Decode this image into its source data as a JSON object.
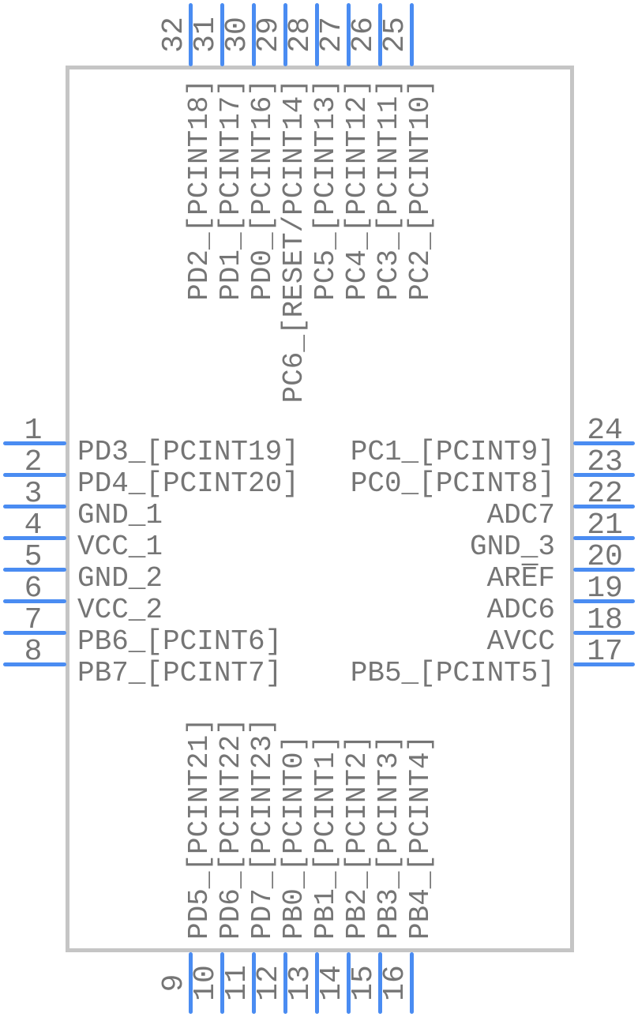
{
  "colors": {
    "pin": "#4a8cf2",
    "body": "#c5c5c5",
    "txt": "#757575",
    "bg": "#ffffff"
  },
  "pins": {
    "left": [
      {
        "number": "1",
        "label": "PD3_[PCINT19]"
      },
      {
        "number": "2",
        "label": "PD4_[PCINT20]"
      },
      {
        "number": "3",
        "label": "GND_1"
      },
      {
        "number": "4",
        "label": "VCC_1"
      },
      {
        "number": "5",
        "label": "GND_2"
      },
      {
        "number": "6",
        "label": "VCC_2"
      },
      {
        "number": "7",
        "label": "PB6_[PCINT6]"
      },
      {
        "number": "8",
        "label": "PB7_[PCINT7]"
      }
    ],
    "right": [
      {
        "number": "24",
        "label": "PC1_[PCINT9]"
      },
      {
        "number": "23",
        "label": "PC0_[PCINT8]"
      },
      {
        "number": "22",
        "label": "ADC7"
      },
      {
        "number": "21",
        "label": "GND_3"
      },
      {
        "number": "20",
        "label": "ARE̅F"
      },
      {
        "number": "19",
        "label": "ADC6"
      },
      {
        "number": "18",
        "label": "AVCC"
      },
      {
        "number": "17",
        "label": "PB5_[PCINT5]"
      }
    ],
    "top": [
      {
        "number": "32",
        "label": "PD2_[PCINT18]"
      },
      {
        "number": "31",
        "label": "PD1_[PCINT17]"
      },
      {
        "number": "30",
        "label": "PD0_[PCINT16]"
      },
      {
        "number": "29",
        "label": "PC6_[RESET/PCINT14]"
      },
      {
        "number": "28",
        "label": "PC5_[PCINT13]"
      },
      {
        "number": "27",
        "label": "PC4_[PCINT12]"
      },
      {
        "number": "26",
        "label": "PC3_[PCINT11]"
      },
      {
        "number": "25",
        "label": "PC2_[PCINT10]"
      }
    ],
    "bottom": [
      {
        "number": "9",
        "label": "PD5_[PCINT21]"
      },
      {
        "number": "10",
        "label": "PD6_[PCINT22]"
      },
      {
        "number": "11",
        "label": "PD7_[PCINT23]"
      },
      {
        "number": "12",
        "label": "PB0_[PCINT0]"
      },
      {
        "number": "13",
        "label": "PB1_[PCINT1]"
      },
      {
        "number": "14",
        "label": "PB2_[PCINT2]"
      },
      {
        "number": "15",
        "label": "PB3_[PCINT3]"
      },
      {
        "number": "16",
        "label": "PB4_[PCINT4]"
      }
    ]
  }
}
